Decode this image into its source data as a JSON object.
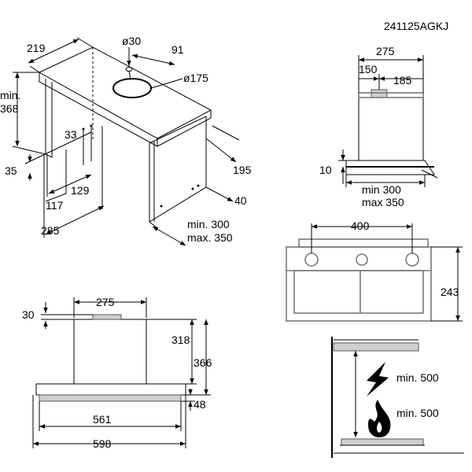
{
  "code": "241125AGKJ",
  "mounting": {
    "d219": "219",
    "d30": "ø30",
    "d91": "91",
    "d175": "ø175",
    "min368_a": "min.",
    "min368_b": "368",
    "d33": "33",
    "d35": "35",
    "d129": "129",
    "d117": "117",
    "d285": "285",
    "d195": "195",
    "d40": "40",
    "min300": "min. 300",
    "max350": "max. 350"
  },
  "side_view": {
    "d275": "275",
    "d150": "150",
    "d185": "185",
    "d10": "10",
    "min300": "min 300",
    "max350": "max 350"
  },
  "rear_view": {
    "d400": "400",
    "d243": "243"
  },
  "front_view": {
    "d275": "275",
    "d30": "30",
    "d318": "318",
    "d366": "366",
    "d48": "48",
    "d561": "561",
    "d598": "598"
  },
  "clearance": {
    "electric": "min. 500",
    "gas": "min. 500"
  },
  "icons": [
    "lightning-icon",
    "flame-icon"
  ]
}
